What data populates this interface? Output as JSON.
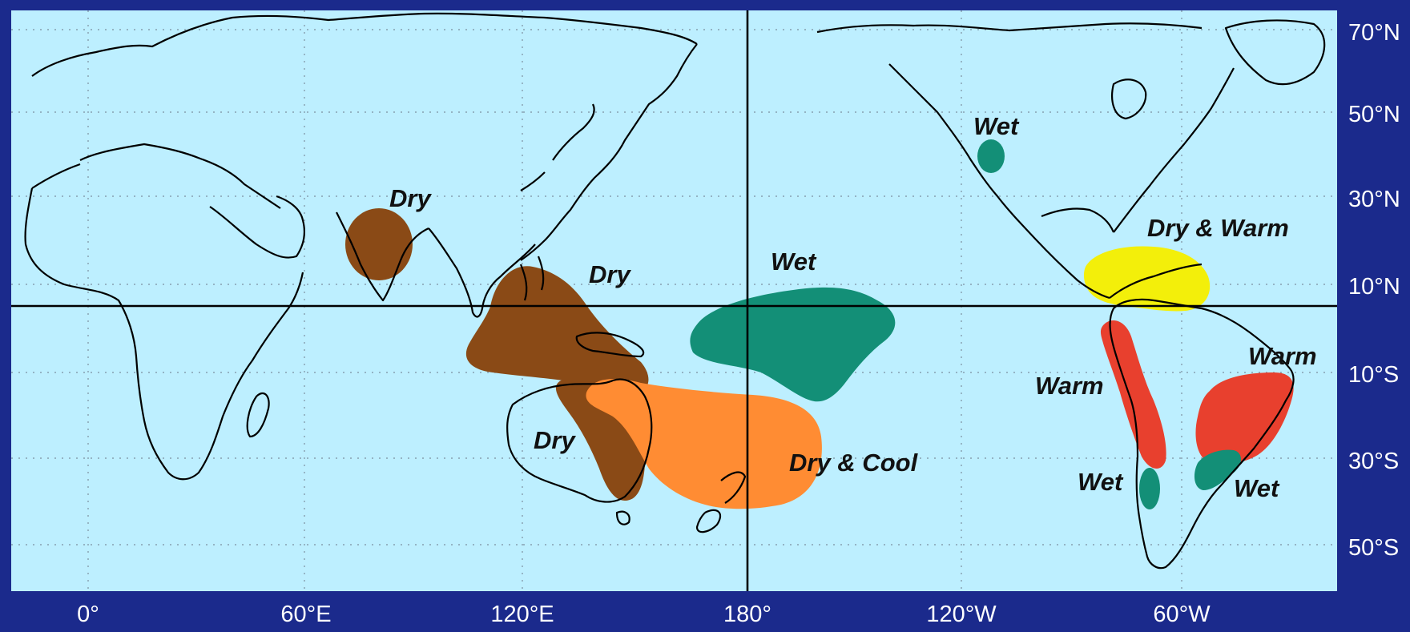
{
  "colors": {
    "frame": "#1b2a8c",
    "ocean": "#bdefff",
    "dry_brown": "#8a4a16",
    "dry_cool_orange": "#ff8c33",
    "wet_teal": "#138f77",
    "warm_red": "#e8402e",
    "dry_warm_yellow": "#f3ef0a"
  },
  "labels": {
    "dry_india": "Dry",
    "dry_indonesia": "Dry",
    "dry_australia": "Dry",
    "wet_central_pacific": "Wet",
    "dry_cool": "Dry & Cool",
    "wet_north_america": "Wet",
    "dry_warm": "Dry & Warm",
    "warm_south_america_west": "Warm",
    "warm_south_america_east": "Warm",
    "wet_chile": "Wet",
    "wet_argentina": "Wet"
  },
  "lat_labels": [
    "70°N",
    "50°N",
    "30°N",
    "10°N",
    "10°S",
    "30°S",
    "50°S"
  ],
  "lon_labels": [
    "0°",
    "60°E",
    "120°E",
    "180°",
    "120°W",
    "60°W"
  ]
}
